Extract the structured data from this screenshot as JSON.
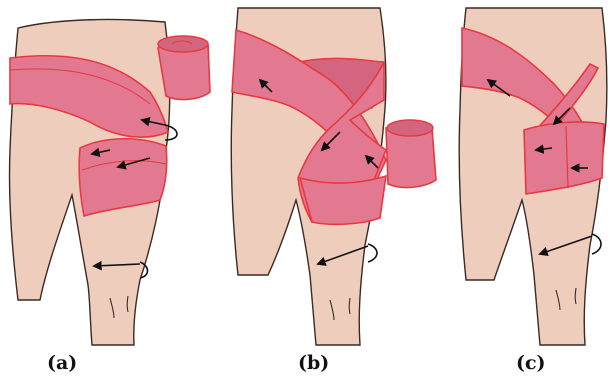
{
  "panels": [
    {
      "id": "a",
      "label": "(a)"
    },
    {
      "id": "b",
      "label": "(b)"
    },
    {
      "id": "c",
      "label": "(c)"
    }
  ],
  "colors": {
    "skin": "#efcdbd",
    "skin_outline": "#3a2a24",
    "bandage_fill": "#e27991",
    "bandage_edge": "#e8393f",
    "bandage_shade": "#d3657e",
    "arrow": "#111111"
  }
}
